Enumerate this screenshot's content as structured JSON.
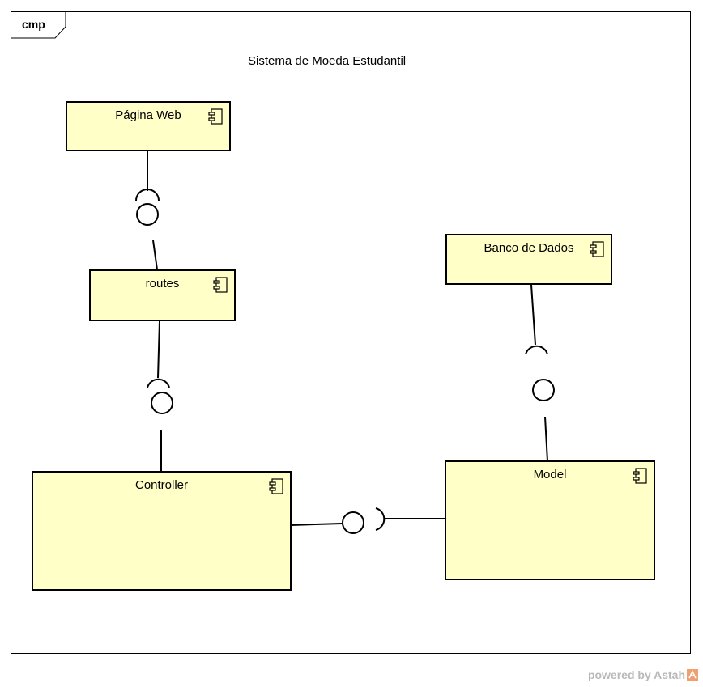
{
  "frame": {
    "kind_label": "cmp",
    "title": "Sistema de Moeda Estudantil"
  },
  "components": {
    "pagina_web": "Página Web",
    "routes": "routes",
    "banco_de_dados": "Banco de Dados",
    "controller": "Controller",
    "model": "Model"
  },
  "watermark": {
    "text": "powered by Astah",
    "logo_icon": "astah-logo-icon"
  },
  "colors": {
    "component_fill": "#ffffc7",
    "stroke": "#000000",
    "watermark": "#b9b9b9"
  }
}
